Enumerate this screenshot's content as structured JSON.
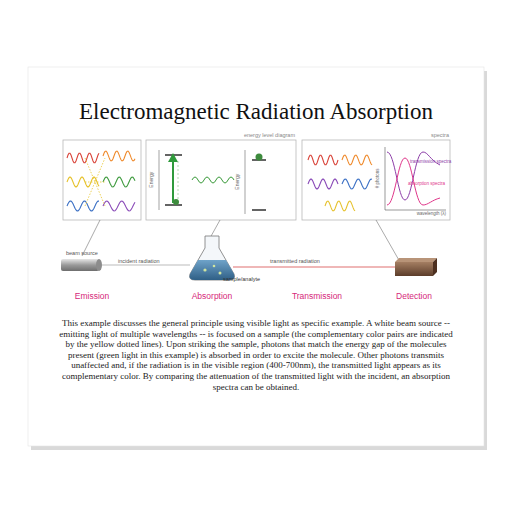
{
  "diagram": {
    "title": "Electromagnetic Radiation Absorption",
    "caption": "This example discusses the general principle using visible light as specific example. A white beam source -- emitting light of multiple wavelengths -- is focused on a sample (the complementary color pairs are indicated by the yellow dotted lines). Upon striking the sample, photons that match the energy gap of the molecules present (green light in this example) is absorbed in order to excite the molecule. Other photons transmits unaffected and, if the radiation is in the visible region (400-700nm), the transmitted light appears as its complementary color. By comparing the attenuation of the transmitted light with the incident, an absorption spectra can be obtained.",
    "labels": [
      "energy level diagram",
      "Energy",
      "Energy",
      "spectra",
      "# photons",
      "transmission spectra",
      "absorption spectra",
      "wavelength (λ)",
      "beam source",
      "incident radiation",
      "sample/analyte",
      "transmitted radiation",
      "Emission",
      "Absorption",
      "Transmission",
      "Detection"
    ]
  }
}
